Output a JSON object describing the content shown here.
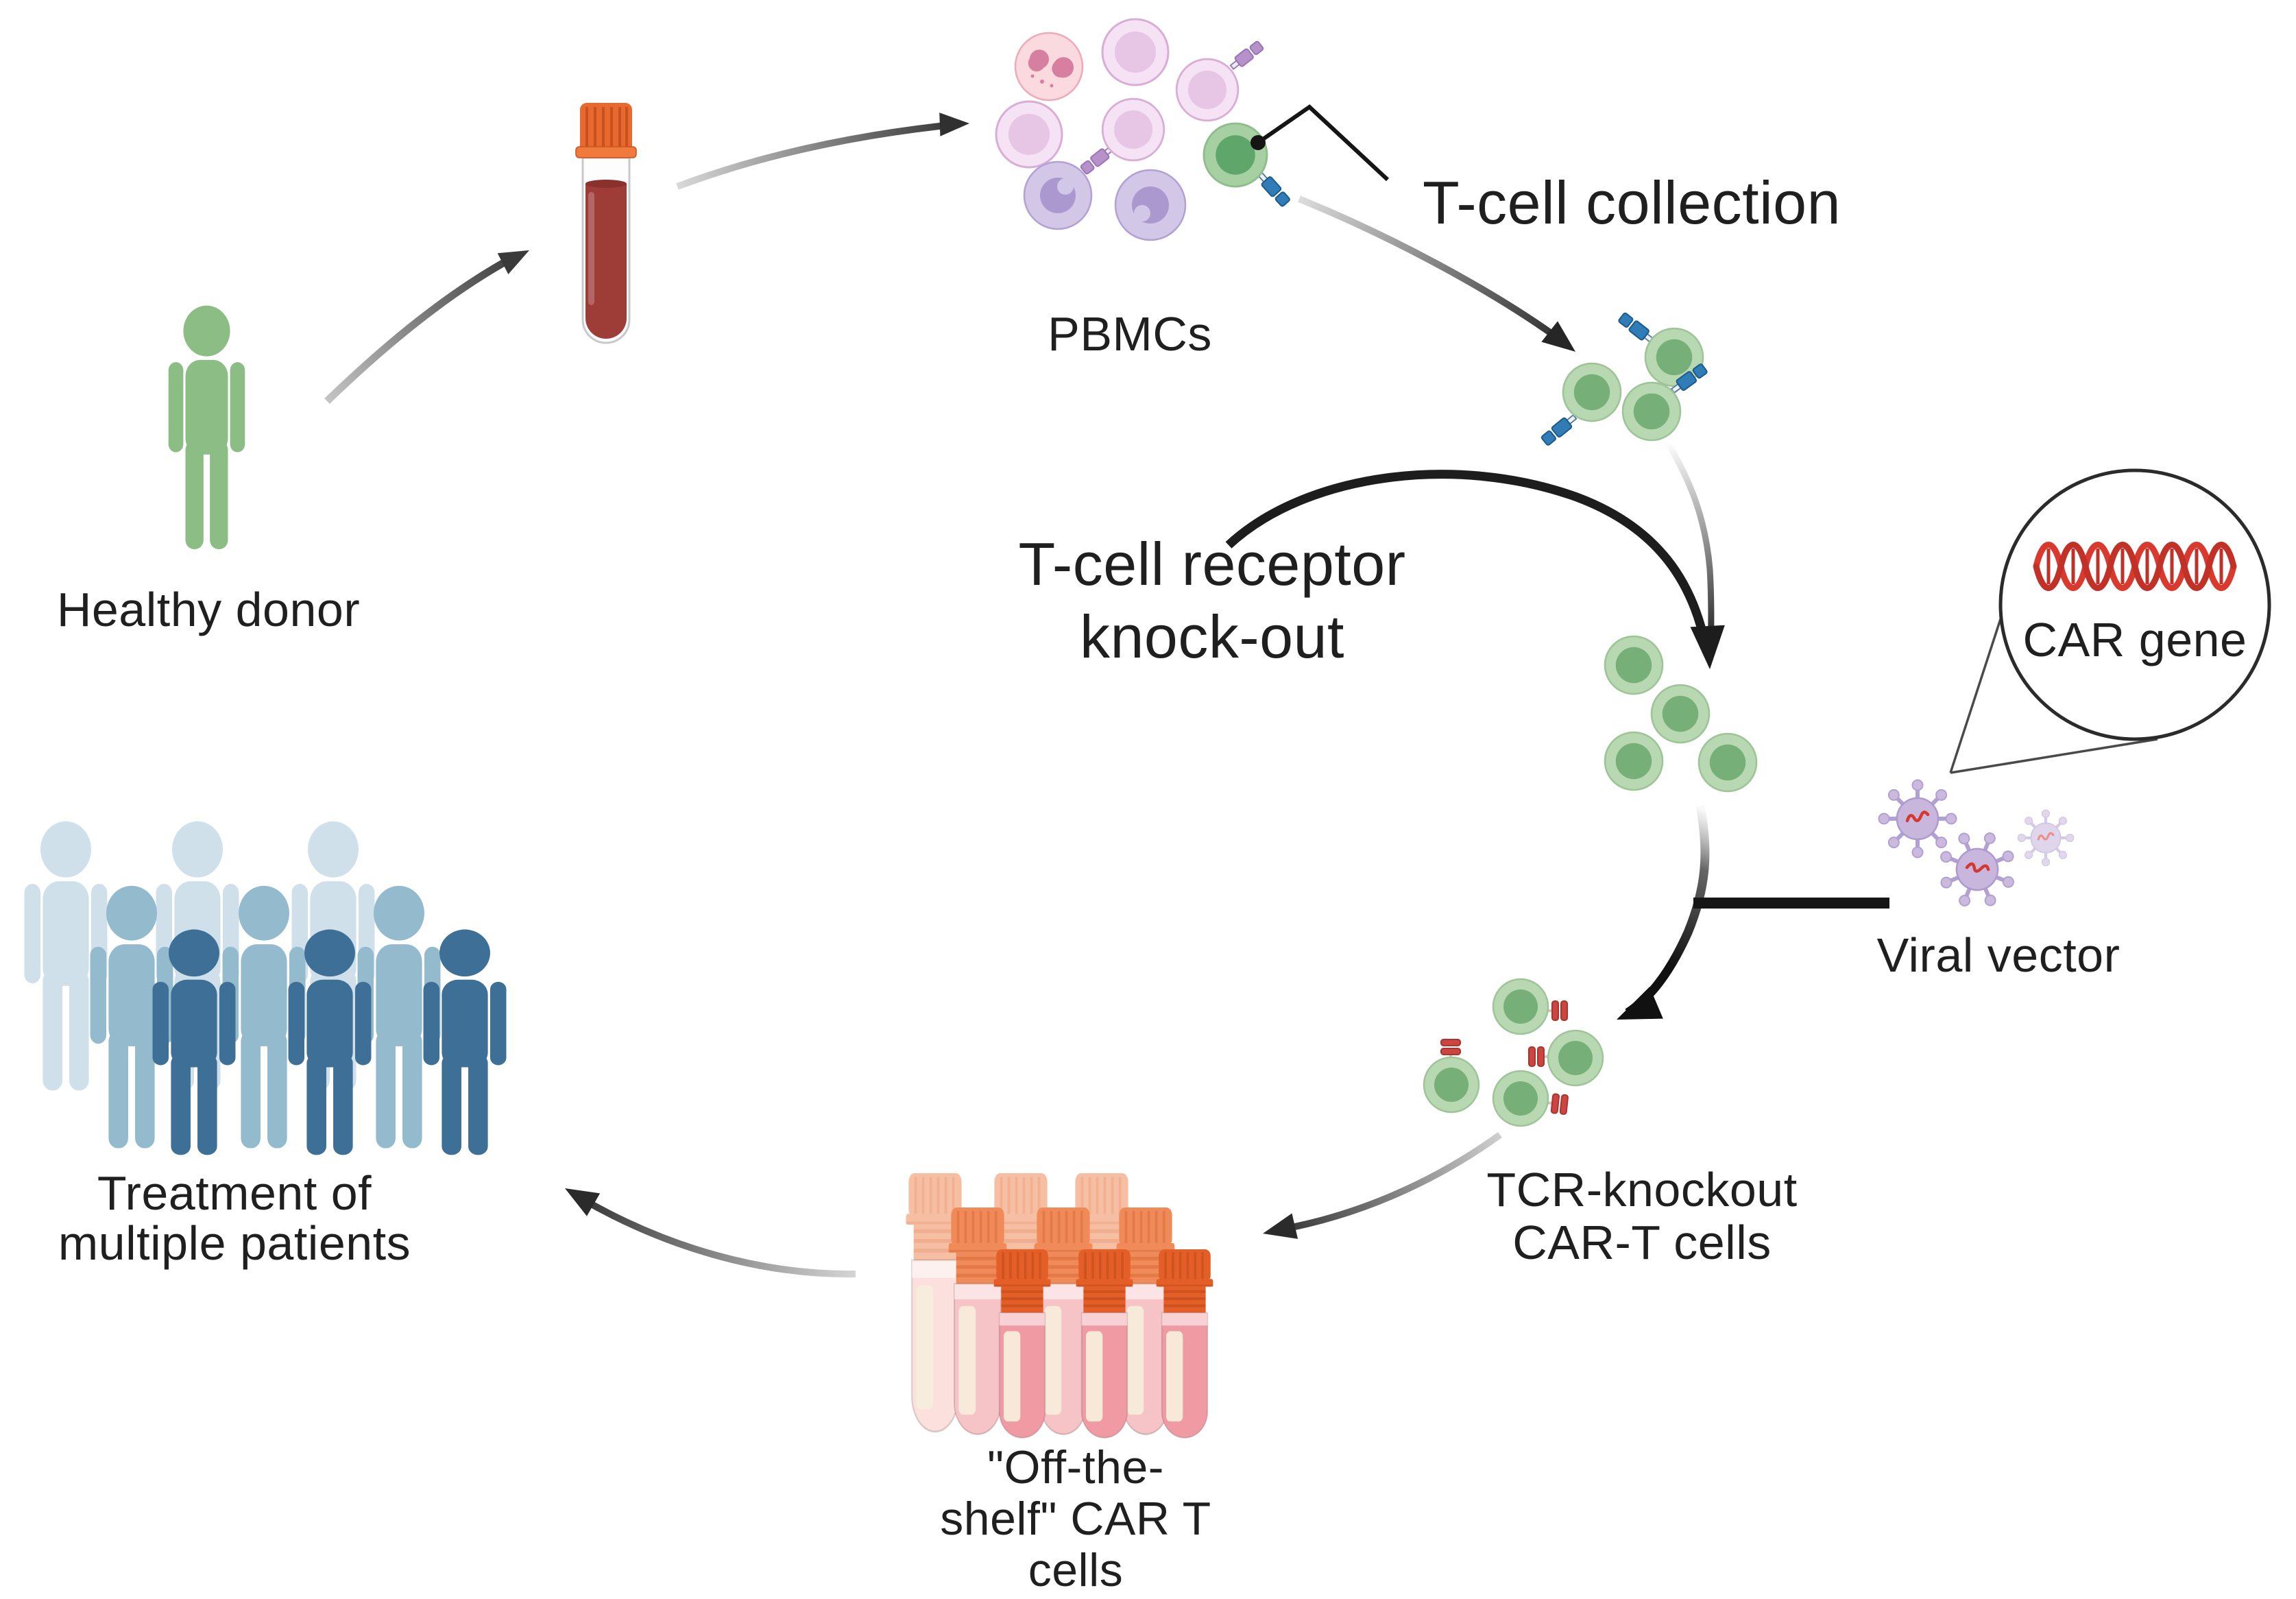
{
  "labels": {
    "healthy_donor": "Healthy donor",
    "pbmcs": "PBMCs",
    "t_cell_collection": "T-cell collection",
    "t_cell_receptor_knock_out": [
      "T-cell receptor",
      "knock-out"
    ],
    "car_gene": "CAR gene",
    "viral_vector": "Viral vector",
    "tcr_knockout_car_t_cells": [
      "TCR-knockout",
      "CAR-T cells"
    ],
    "off_the_shelf_car_t_cells": [
      "\"Off-the-",
      "shelf\" CAR T",
      "cells"
    ],
    "treatment_of_multiple_patients": [
      "Treatment of",
      "multiple patients"
    ]
  },
  "colors": {
    "background": "#ffffff",
    "text": "#1f1f1f",
    "arrow_dark": "#2a2a2a",
    "donor_green": "#8cbd85",
    "t_cell_outer_green": "#b7d8b0",
    "t_cell_nucleus_green": "#77af78",
    "t_cell_receptor_blue": "#2f7cb6",
    "car_receptor_red": "#cd4540",
    "pbmc_pink_cell": "#f5e2f4",
    "pbmc_purple_cell": "#d2c7e6",
    "eosinophil_pink": "#fad9df",
    "blood_red": "#9e3c38",
    "tube_cap_orange": "#e8692f",
    "virus_purple": "#c8b6dc",
    "dna_red": "#da392e",
    "vial_cap_front_orange": "#e45f28",
    "vial_liquid_pink": "#f09aa3",
    "crowd_back_blue": "#cfe0ea",
    "crowd_middle_blue": "#93bacd",
    "crowd_front_blue": "#3e6f96"
  }
}
